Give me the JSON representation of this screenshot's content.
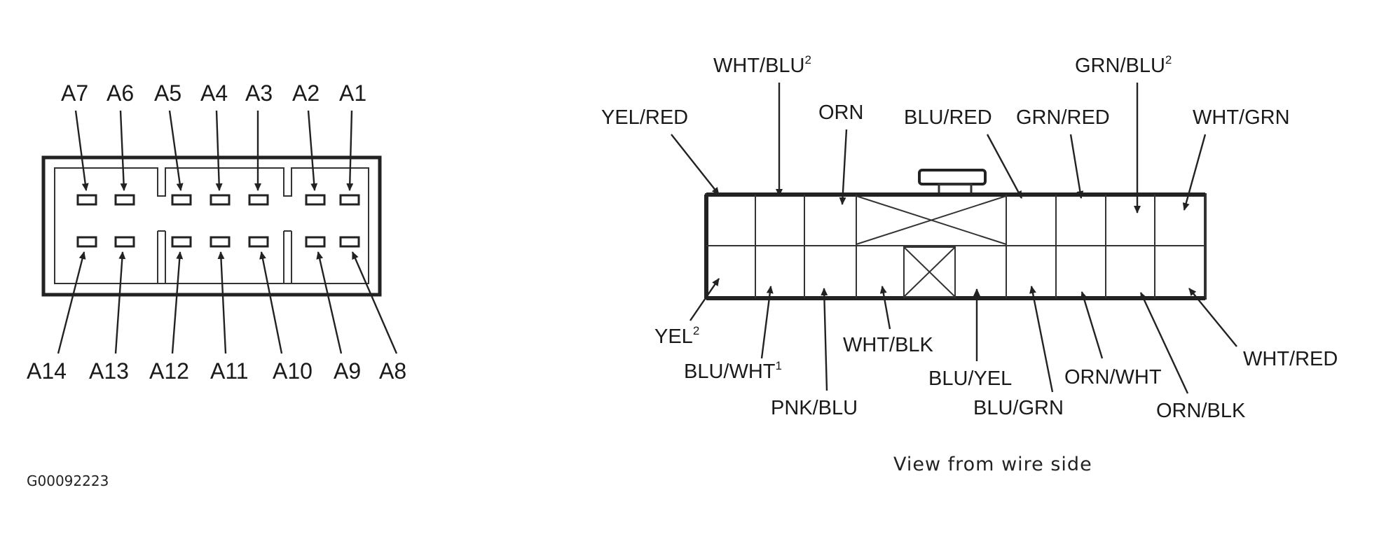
{
  "left_connector": {
    "top_labels": [
      "A7",
      "A6",
      "A5",
      "A4",
      "A3",
      "A2",
      "A1"
    ],
    "bottom_labels": [
      "A14",
      "A13",
      "A12",
      "A11",
      "A10",
      "A9",
      "A8"
    ]
  },
  "right_connector": {
    "top_wires": [
      {
        "text": "YEL/RED",
        "sup": ""
      },
      {
        "text": "WHT/BLU",
        "sup": "2"
      },
      {
        "text": "ORN",
        "sup": ""
      },
      {
        "text": "BLU/RED",
        "sup": ""
      },
      {
        "text": "GRN/RED",
        "sup": ""
      },
      {
        "text": "GRN/BLU",
        "sup": "2"
      },
      {
        "text": "WHT/GRN",
        "sup": ""
      }
    ],
    "bottom_wires": [
      {
        "text": "YEL",
        "sup": "2"
      },
      {
        "text": "BLU/WHT",
        "sup": "1"
      },
      {
        "text": "PNK/BLU",
        "sup": ""
      },
      {
        "text": "WHT/BLK",
        "sup": ""
      },
      {
        "text": "BLU/YEL",
        "sup": ""
      },
      {
        "text": "BLU/GRN",
        "sup": ""
      },
      {
        "text": "ORN/WHT",
        "sup": ""
      },
      {
        "text": "ORN/BLK",
        "sup": ""
      },
      {
        "text": "WHT/RED",
        "sup": ""
      }
    ],
    "caption": "View from wire side"
  },
  "figure_code": "G00092223"
}
